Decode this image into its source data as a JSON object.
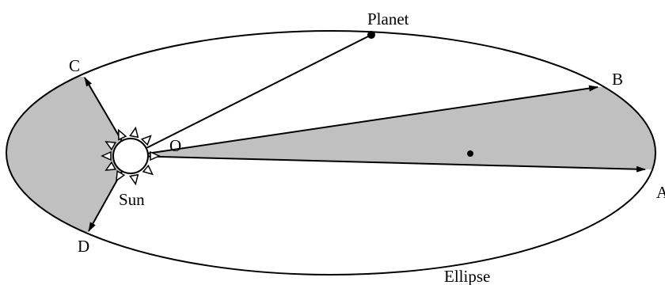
{
  "labels": {
    "planet": "Planet",
    "c": "C",
    "b": "B",
    "o": "O",
    "a": "A",
    "sun": "Sun",
    "d": "D",
    "ellipse": "Ellipse"
  },
  "colors": {
    "shaded": "#c0c0c0",
    "stroke": "#000000",
    "background": "#ffffff"
  }
}
